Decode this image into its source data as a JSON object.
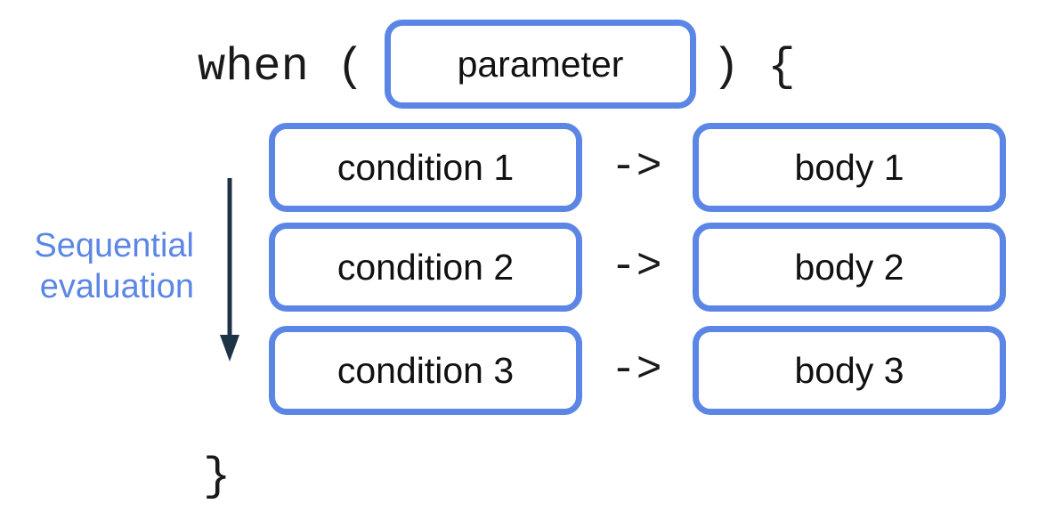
{
  "colors": {
    "box_border": "#5b86e5",
    "label_text": "#5b86e5",
    "arrow": "#1f3347",
    "text": "#111111"
  },
  "header": {
    "keyword": "when",
    "open_paren": "(",
    "parameter": "parameter",
    "close_paren_brace": ") {"
  },
  "branches": [
    {
      "condition": "condition 1",
      "arrow": "->",
      "body": "body 1"
    },
    {
      "condition": "condition 2",
      "arrow": "->",
      "body": "body 2"
    },
    {
      "condition": "condition 3",
      "arrow": "->",
      "body": "body 3"
    }
  ],
  "side_label": {
    "line1": "Sequential",
    "line2": "evaluation"
  },
  "closing_brace": "}"
}
